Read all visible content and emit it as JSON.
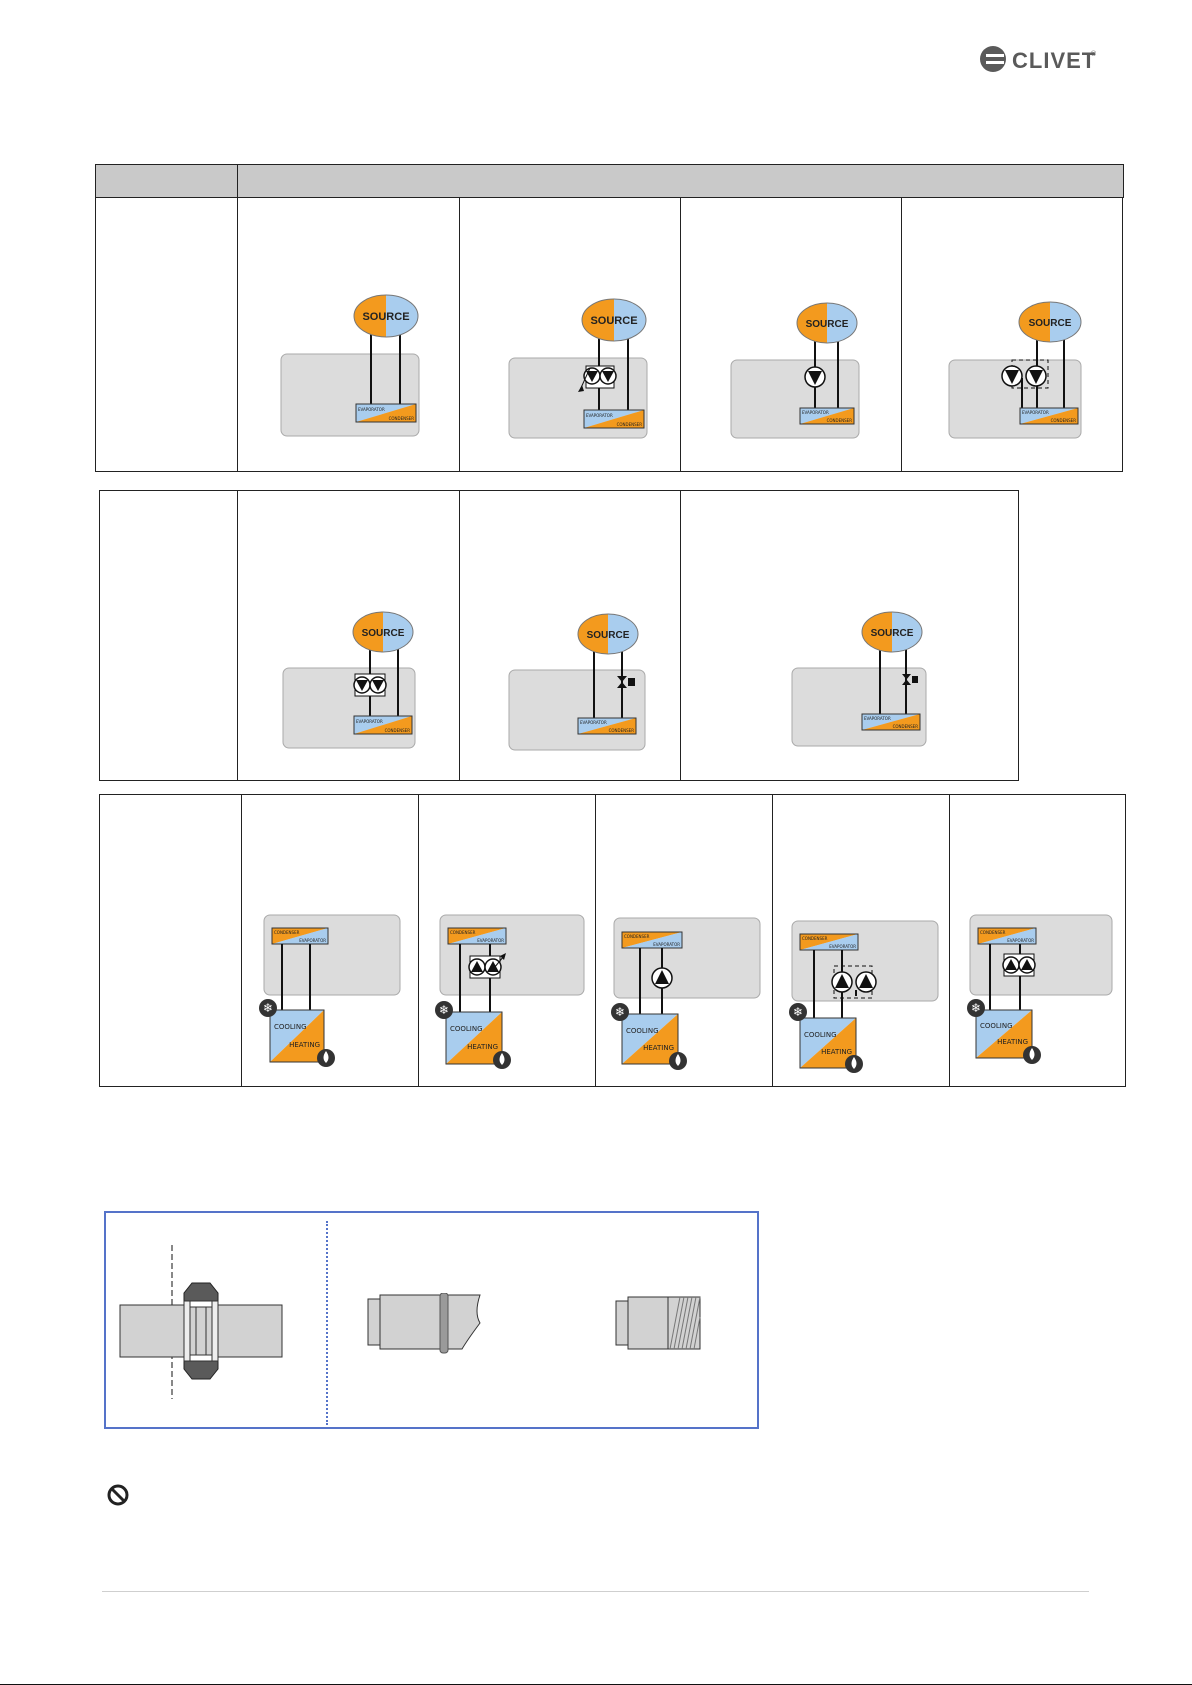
{
  "brand": {
    "logo_text": "CLIVET",
    "logo_mark": "®",
    "colors": {
      "orange": "#f39a1e",
      "blue": "#a9cdee",
      "grey": "#dcdcdc",
      "frame": "#5573c9"
    }
  },
  "diagram_labels": {
    "source": "SOURCE",
    "evaporator": "EVAPORATOR",
    "condenser": "CONDENSER",
    "cooling": "COOLING",
    "heating": "HEATING"
  },
  "icons": {
    "snowflake": "snowflake-icon",
    "drop": "water-drop-icon",
    "prohibited": "prohibited-icon",
    "pump": "pump-icon",
    "valve": "valve-icon"
  }
}
